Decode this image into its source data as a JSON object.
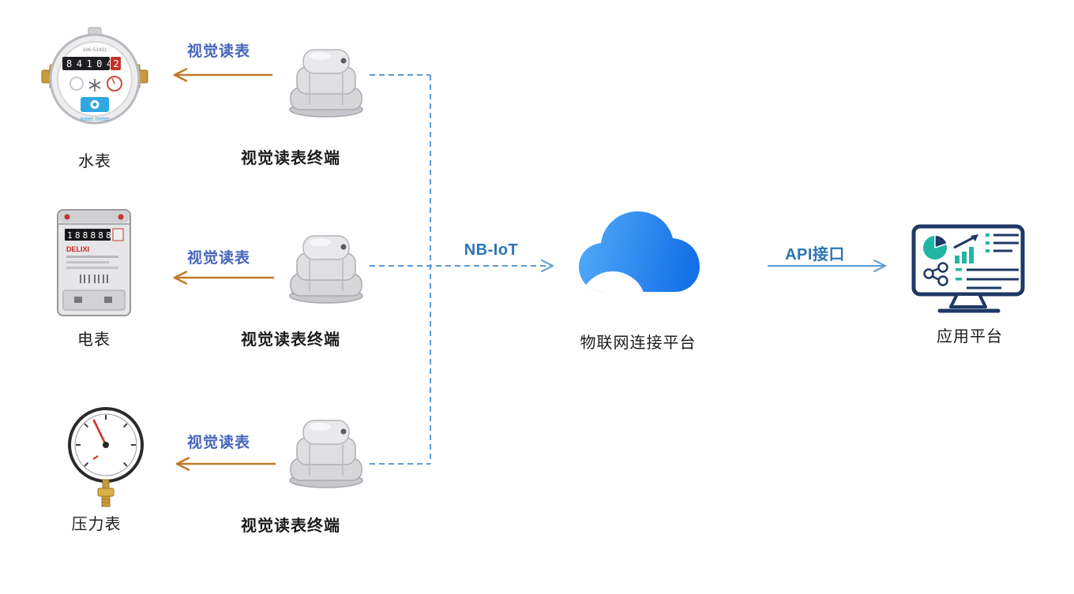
{
  "rows": [
    {
      "meter": "水表",
      "terminal": "视觉读表终端",
      "link": "视觉读表"
    },
    {
      "meter": "电表",
      "terminal": "视觉读表终端",
      "link": "视觉读表"
    },
    {
      "meter": "压力表",
      "terminal": "视觉读表终端",
      "link": "视觉读表"
    }
  ],
  "network": {
    "label": "NB-IoT"
  },
  "cloud": {
    "label": "物联网连接平台"
  },
  "api": {
    "label": "API接口"
  },
  "app": {
    "label": "应用平台"
  },
  "device_details": {
    "water_meter_serial": "166-53431",
    "water_meter_digits": "84104",
    "water_meter_red_digit": "2",
    "water_meter_caption": "water meter",
    "electric_meter_digits": "188888",
    "electric_meter_brand": "DELIXI"
  },
  "colors": {
    "link_text": "#4565be",
    "link_arrow": "#c07a28",
    "dashed_line": "#5b9bd5",
    "network_text": "#2e74b5",
    "cloud_light": "#54acf8",
    "cloud_dark": "#1571e8",
    "monitor_outline": "#1f3864",
    "monitor_accent": "#23b5a3"
  }
}
